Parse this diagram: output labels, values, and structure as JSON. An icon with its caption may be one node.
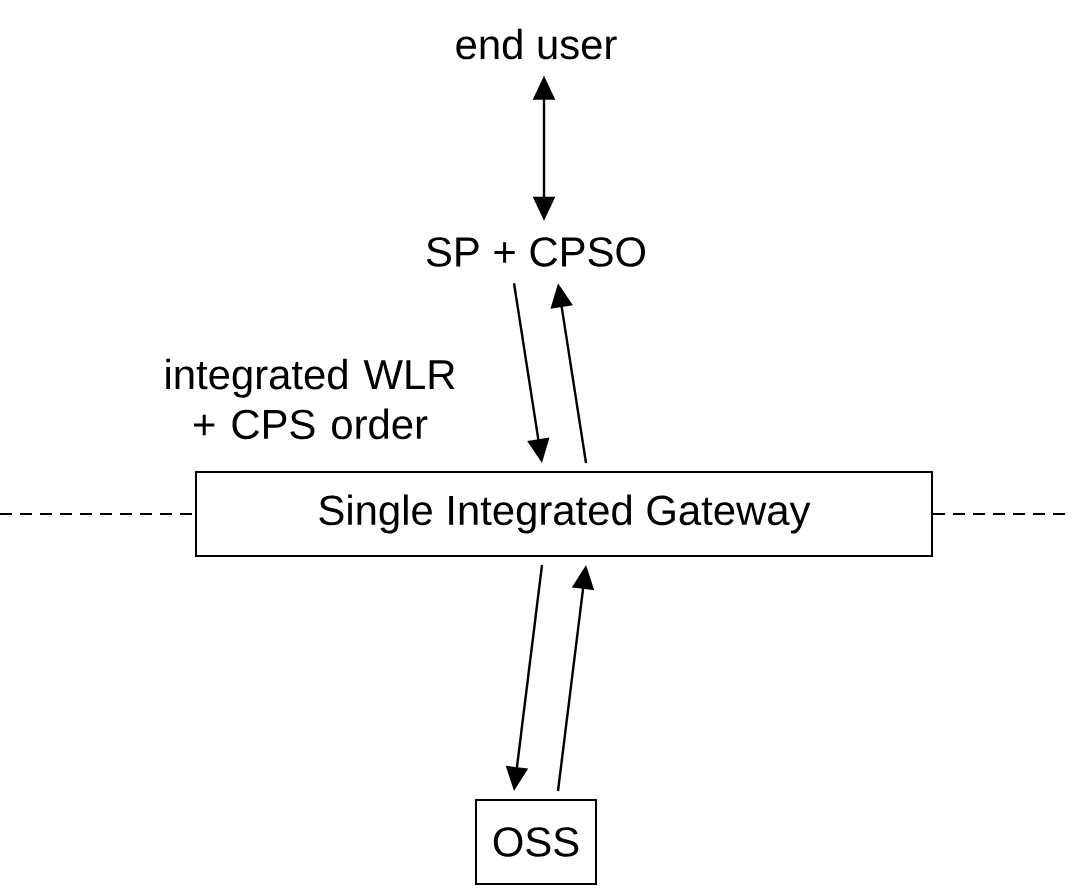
{
  "diagram": {
    "nodes": [
      {
        "text": [
          "end user"
        ]
      },
      {
        "text": [
          "SP + CPSO"
        ]
      },
      {
        "text": [
          "Single Integrated Gateway"
        ]
      },
      {
        "text": [
          "OSS"
        ]
      }
    ],
    "edges": [
      {
        "from": 0,
        "to": 1,
        "arrow": "both"
      },
      {
        "from": 1,
        "to": 2,
        "arrow": "to",
        "label": "integrated WLR + CPS order"
      },
      {
        "from": 2,
        "to": 1,
        "arrow": "to"
      },
      {
        "from": 2,
        "to": 3,
        "arrow": "to"
      },
      {
        "from": 3,
        "to": 2,
        "arrow": "to"
      }
    ]
  }
}
